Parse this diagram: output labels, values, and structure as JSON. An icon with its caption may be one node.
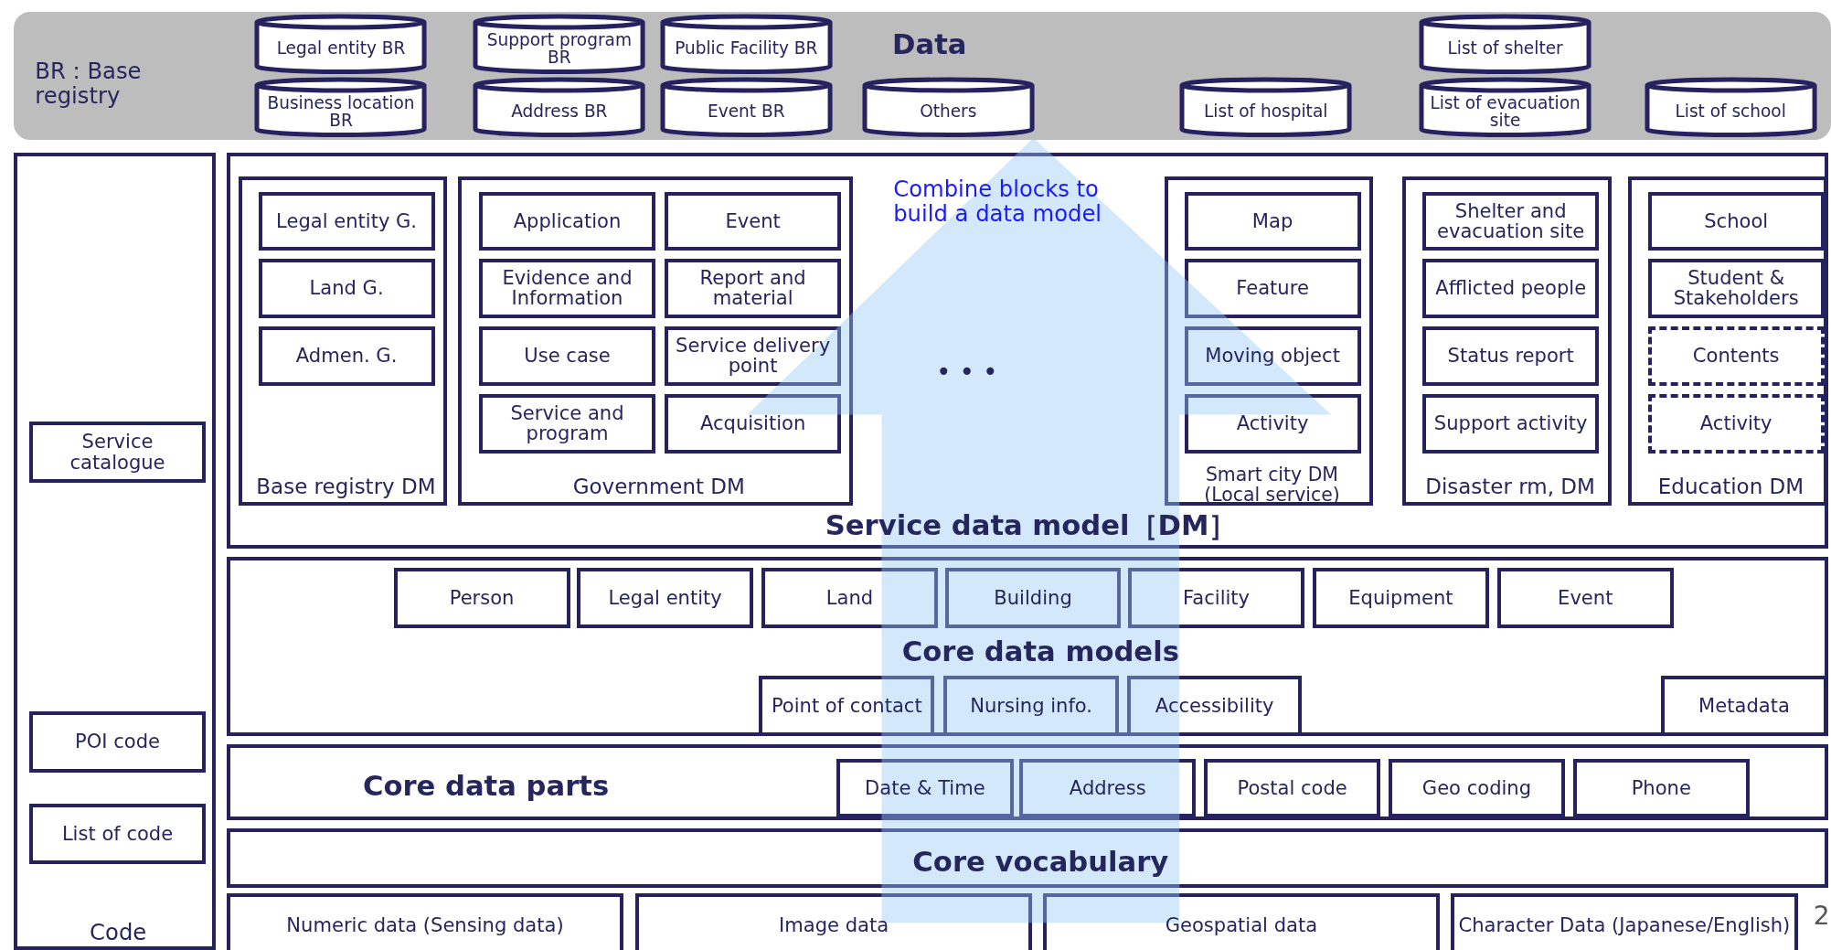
{
  "diagram": {
    "nodes": [
      {
        "text": [
          "Data",
          "BR : Base registry"
        ]
      },
      {
        "text": [
          "Legal entity BR"
        ],
        "in": 0
      },
      {
        "text": [
          "Support program BR"
        ],
        "in": 0
      },
      {
        "text": [
          "Public Facility BR"
        ],
        "in": 0
      },
      {
        "text": [
          "List of shelter"
        ],
        "in": 0
      },
      {
        "text": [
          "Business location BR"
        ],
        "in": 0
      },
      {
        "text": [
          "Address BR"
        ],
        "in": 0
      },
      {
        "text": [
          "Event BR"
        ],
        "in": 0
      },
      {
        "text": [
          "Others"
        ],
        "in": 0
      },
      {
        "text": [
          "List of hospital"
        ],
        "in": 0
      },
      {
        "text": [
          "List of evacuation site"
        ],
        "in": 0
      },
      {
        "text": [
          "List of school"
        ],
        "in": 0
      },
      {
        "text": [
          "Code"
        ]
      },
      {
        "text": [
          "Service catalogue"
        ],
        "in": 12
      },
      {
        "text": [
          "POI code"
        ],
        "in": 12
      },
      {
        "text": [
          "List of code"
        ],
        "in": 12
      },
      {
        "text": [
          "Service data model［DM］"
        ]
      },
      {
        "text": [
          "Base registry DM"
        ],
        "in": 16
      },
      {
        "text": [
          "Legal entity G."
        ],
        "in": 17
      },
      {
        "text": [
          "Land G."
        ],
        "in": 17
      },
      {
        "text": [
          "Admen. G."
        ],
        "in": 17
      },
      {
        "text": [
          "Government DM"
        ],
        "in": 16
      },
      {
        "text": [
          "Application"
        ],
        "in": 21
      },
      {
        "text": [
          "Event"
        ],
        "in": 21
      },
      {
        "text": [
          "Evidence and Information"
        ],
        "in": 21
      },
      {
        "text": [
          "Report and material"
        ],
        "in": 21
      },
      {
        "text": [
          "Use case"
        ],
        "in": 21
      },
      {
        "text": [
          "Service delivery point"
        ],
        "in": 21
      },
      {
        "text": [
          "Service and program"
        ],
        "in": 21
      },
      {
        "text": [
          "Acquisition"
        ],
        "in": 21
      },
      {
        "text": [
          "Smart city DM (Local service)"
        ],
        "in": 16
      },
      {
        "text": [
          "Map"
        ],
        "in": 30
      },
      {
        "text": [
          "Feature"
        ],
        "in": 30
      },
      {
        "text": [
          "Moving object"
        ],
        "in": 30
      },
      {
        "text": [
          "Activity"
        ],
        "in": 30
      },
      {
        "text": [
          "Disaster rm, DM"
        ],
        "in": 16
      },
      {
        "text": [
          "Shelter and evacuation site"
        ],
        "in": 35
      },
      {
        "text": [
          "Afflicted people"
        ],
        "in": 35
      },
      {
        "text": [
          "Status report"
        ],
        "in": 35
      },
      {
        "text": [
          "Support activity"
        ],
        "in": 35
      },
      {
        "text": [
          "Education DM"
        ],
        "in": 16
      },
      {
        "text": [
          "School"
        ],
        "in": 40
      },
      {
        "text": [
          "Student & Stakeholders"
        ],
        "in": 40
      },
      {
        "text": [
          "Contents"
        ],
        "in": 40
      },
      {
        "text": [
          "Activity"
        ],
        "in": 40
      },
      {
        "text": [
          "Core data models"
        ]
      },
      {
        "text": [
          "Person"
        ],
        "in": 45
      },
      {
        "text": [
          "Legal entity"
        ],
        "in": 45
      },
      {
        "text": [
          "Land"
        ],
        "in": 45
      },
      {
        "text": [
          "Building"
        ],
        "in": 45
      },
      {
        "text": [
          "Facility"
        ],
        "in": 45
      },
      {
        "text": [
          "Equipment"
        ],
        "in": 45
      },
      {
        "text": [
          "Event"
        ],
        "in": 45
      },
      {
        "text": [
          "Point of contact"
        ],
        "in": 45
      },
      {
        "text": [
          "Nursing info."
        ],
        "in": 45
      },
      {
        "text": [
          "Accessibility"
        ],
        "in": 45
      },
      {
        "text": [
          "Metadata"
        ],
        "in": 45
      },
      {
        "text": [
          "Core data parts"
        ]
      },
      {
        "text": [
          "Date & Time"
        ],
        "in": 57
      },
      {
        "text": [
          "Address"
        ],
        "in": 57
      },
      {
        "text": [
          "Postal code"
        ],
        "in": 57
      },
      {
        "text": [
          "Geo coding"
        ],
        "in": 57
      },
      {
        "text": [
          "Phone"
        ],
        "in": 57
      },
      {
        "text": [
          "Core vocabulary"
        ]
      },
      {
        "text": [
          "Numeric data (Sensing data)"
        ]
      },
      {
        "text": [
          "Image data"
        ]
      },
      {
        "text": [
          "Geospatial data"
        ]
      },
      {
        "text": [
          "Character Data (Japanese/English)"
        ]
      }
    ],
    "edges": [
      {
        "from": null,
        "to": 8,
        "arrow": "to"
      }
    ],
    "labels": [
      "Combine blocks to build a data model",
      "• • •",
      "2"
    ]
  }
}
